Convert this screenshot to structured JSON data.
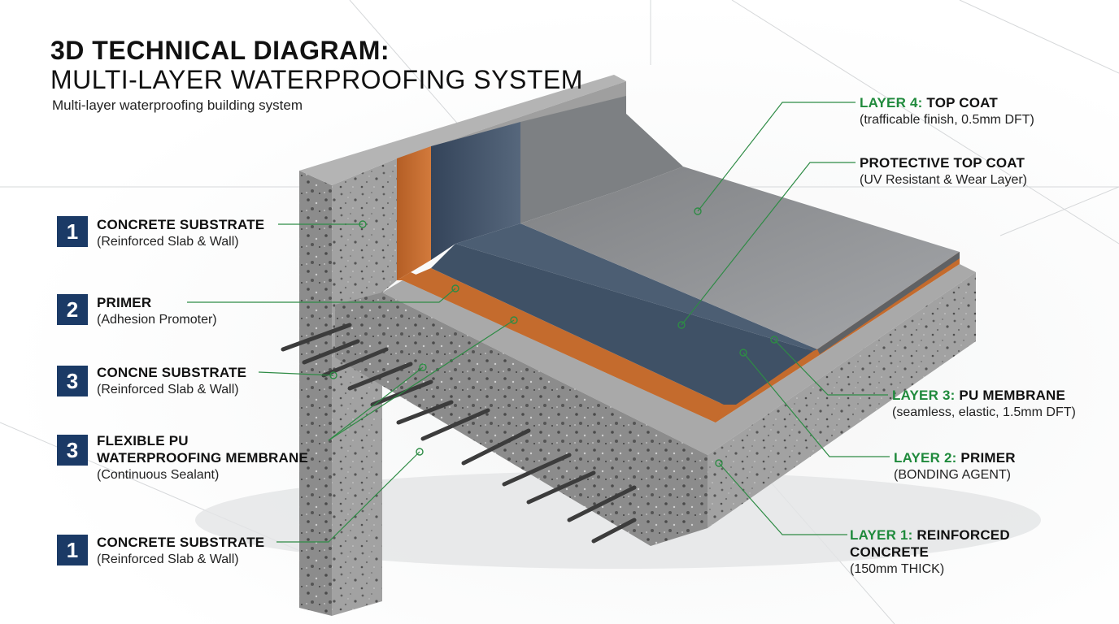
{
  "title": {
    "main": "3D TECHNICAL DIAGRAM:",
    "sub": "MULTI-LAYER WATERPROOFING SYSTEM",
    "caption": "Multi-layer waterproofing building system"
  },
  "left_labels": [
    {
      "badge": "1",
      "heading": "CONCRETE SUBSTRATE",
      "detail": "(Reinforced Slab & Wall)"
    },
    {
      "badge": "2",
      "heading": "PRIMER",
      "detail": "(Adhesion Promoter)"
    },
    {
      "badge": "3",
      "heading": "CONCNE SUBSTRATE",
      "detail": "(Reinforced Slab & Wall)"
    },
    {
      "badge": "3",
      "heading_line1": "FLEXIBLE PU",
      "heading_line2": "WATERPROOFING MEMBRANE",
      "detail": "(Continuous Sealant)"
    },
    {
      "badge": "1",
      "heading": "CONCRETE SUBSTRATE",
      "detail": "(Reinforced Slab & Wall)"
    }
  ],
  "right_labels": [
    {
      "prefix": "LAYER 4:",
      "heading": " TOP COAT",
      "detail": "(trafficable finish, 0.5mm DFT)"
    },
    {
      "prefix": "",
      "heading": "PROTECTIVE TOP COAT",
      "detail": "(UV Resistant & Wear Layer)"
    },
    {
      "prefix": "LAYER 3:",
      "heading": " PU MEMBRANE",
      "detail": "(seamless, elastic, 1.5mm DFT)"
    },
    {
      "prefix": "LAYER 2:",
      "heading": " PRIMER",
      "detail": "(BONDING AGENT)"
    },
    {
      "prefix": "LAYER 1:",
      "heading": " REINFORCED",
      "heading_line2": "CONCRETE",
      "detail": "(150mm THICK)"
    }
  ],
  "colors": {
    "badge": "#1b3a66",
    "leader_line": "#2e8b45",
    "accent_text": "#1f8a3c",
    "concrete": "#9a9a9a",
    "primer": "#c0692c",
    "membrane": "#3d4f63",
    "top_coat": "#8f9194"
  }
}
